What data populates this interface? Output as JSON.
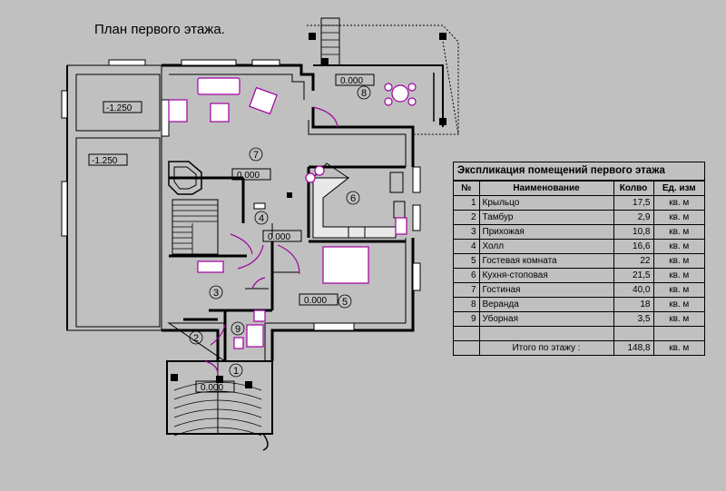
{
  "title": "План первого этажа.",
  "rooms": [
    {
      "num": "1",
      "level": "0.000"
    },
    {
      "num": "2",
      "level": ""
    },
    {
      "num": "3",
      "level": ""
    },
    {
      "num": "4",
      "level": "0.000"
    },
    {
      "num": "5",
      "level": "0.000"
    },
    {
      "num": "6",
      "level": ""
    },
    {
      "num": "7",
      "level": "0.000"
    },
    {
      "num": "8",
      "level": "0.000"
    },
    {
      "num": "9",
      "level": ""
    }
  ],
  "garage_levels": [
    "-1.250",
    "-1.250"
  ],
  "explication": {
    "title": "Экспликация помещений первого этажа",
    "headers": [
      "№",
      "Наименование",
      "Колво",
      "Ед. изм"
    ],
    "rows": [
      {
        "n": "1",
        "name": "Крыльцо",
        "value": "17,5",
        "unit": "кв. м"
      },
      {
        "n": "2",
        "name": "Тамбур",
        "value": "2,9",
        "unit": "кв. м"
      },
      {
        "n": "3",
        "name": "Прихожая",
        "value": "10,8",
        "unit": "кв. м"
      },
      {
        "n": "4",
        "name": "Холл",
        "value": "16,6",
        "unit": "кв. м"
      },
      {
        "n": "5",
        "name": "Гостевая комната",
        "value": "22",
        "unit": "кв. м"
      },
      {
        "n": "6",
        "name": "Кухня-стоповая",
        "value": "21,5",
        "unit": "кв. м"
      },
      {
        "n": "7",
        "name": "Гостиная",
        "value": "40,0",
        "unit": "кв. м"
      },
      {
        "n": "8",
        "name": "Веранда",
        "value": "18",
        "unit": "кв. м"
      },
      {
        "n": "9",
        "name": "Уборная",
        "value": "3,5",
        "unit": "кв. м"
      }
    ],
    "total_label": "Итого по этажу :",
    "total_value": "148,8",
    "total_unit": "кв. м"
  }
}
